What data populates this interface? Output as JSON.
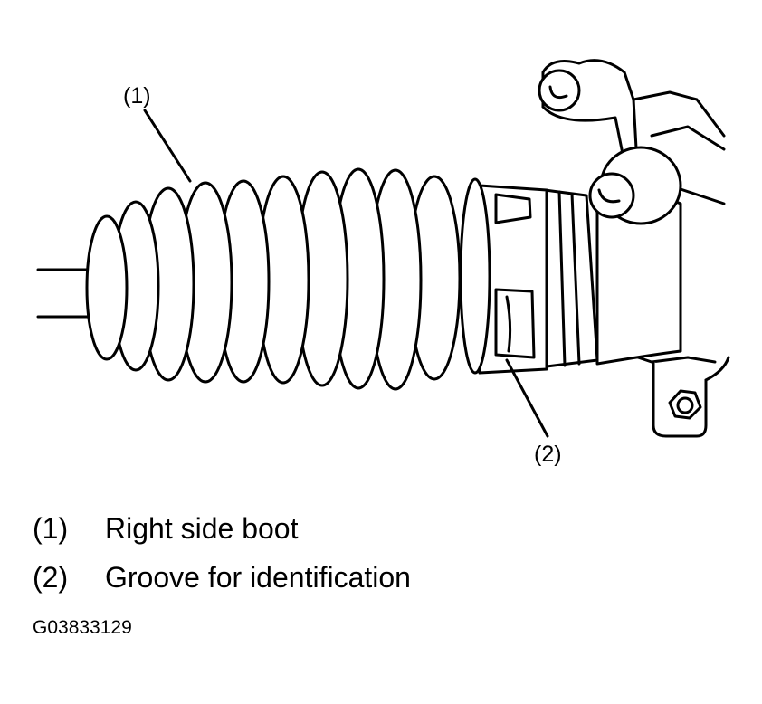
{
  "callouts": [
    {
      "number": "(1)"
    },
    {
      "number": "(2)"
    }
  ],
  "legend": [
    {
      "number": "(1)",
      "text": "Right side boot"
    },
    {
      "number": "(2)",
      "text": "Groove for identification"
    }
  ],
  "figure_id": "G03833129",
  "colors": {
    "line": "#000000",
    "fill": "#ffffff"
  }
}
